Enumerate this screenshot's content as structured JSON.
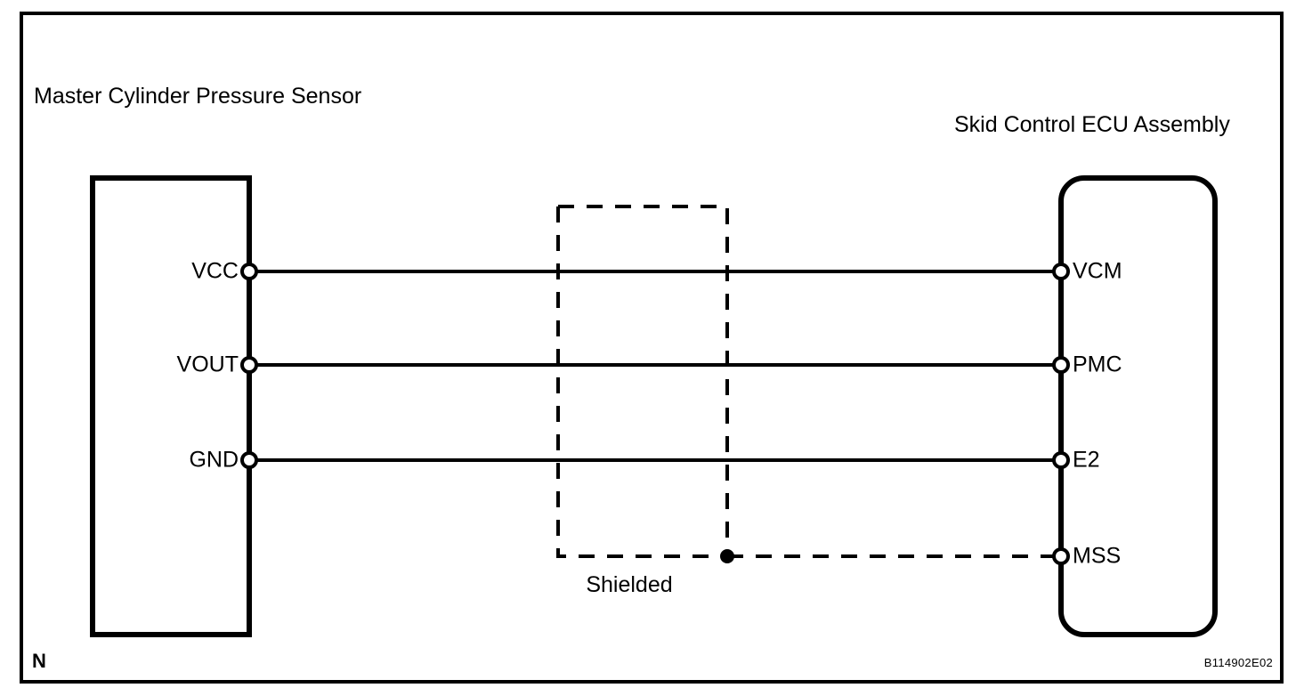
{
  "figure": {
    "left_component_label": "Master Cylinder Pressure Sensor",
    "right_component_label": "Skid Control ECU Assembly",
    "shield_label": "Shielded",
    "corner_mark": "N",
    "reference_code": "B114902E02",
    "line_color": "#000000",
    "background_color": "#ffffff"
  },
  "left_connector": {
    "name": "Master Cylinder Pressure Sensor",
    "terminals": [
      {
        "label": "VCC"
      },
      {
        "label": "VOUT"
      },
      {
        "label": "GND"
      }
    ]
  },
  "right_connector": {
    "name": "Skid Control ECU Assembly",
    "terminals": [
      {
        "label": "VCM"
      },
      {
        "label": "PMC"
      },
      {
        "label": "E2"
      },
      {
        "label": "MSS"
      }
    ]
  },
  "wires": [
    {
      "from": "VCC",
      "to": "VCM",
      "style": "solid"
    },
    {
      "from": "VOUT",
      "to": "PMC",
      "style": "solid"
    },
    {
      "from": "GND",
      "to": "E2",
      "style": "solid"
    },
    {
      "from": "Shield",
      "to": "MSS",
      "style": "dashed"
    }
  ]
}
